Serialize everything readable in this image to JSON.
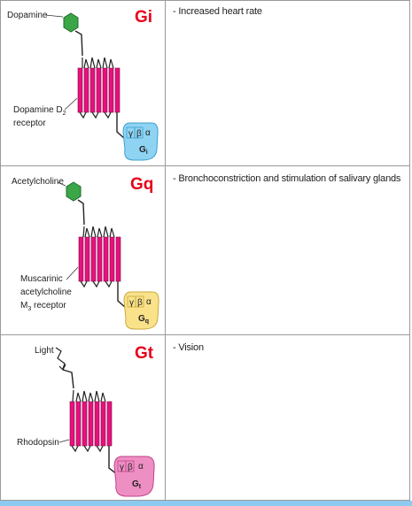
{
  "rows": [
    {
      "gprotein_label": "Gi",
      "ligand_label": "Dopamine",
      "receptor_label_line1": "Dopamine D",
      "receptor_label_sub": "2",
      "receptor_label_line2": "receptor",
      "receptor_label_line3": "",
      "effect": "- Increased heart rate",
      "subunit_gamma": "γ",
      "subunit_beta": "β",
      "subunit_alpha": "α",
      "subunit_g": "G",
      "subunit_g_sub": "i",
      "gprotein_color": "#8fd3f2",
      "gprotein_stroke": "#3b9fd0"
    },
    {
      "gprotein_label": "Gq",
      "ligand_label": "Acetylcholine",
      "receptor_label_line1": "Muscarinic",
      "receptor_label_sub": "",
      "receptor_label_line2": "acetylcholine",
      "receptor_label_line3": "M",
      "receptor_label_line3_sub": "3",
      "receptor_label_line3_rest": " receptor",
      "effect": "- Bronchoconstriction and stimulation of salivary glands",
      "subunit_gamma": "γ",
      "subunit_beta": "β",
      "subunit_alpha": "α",
      "subunit_g": "G",
      "subunit_g_sub": "q",
      "gprotein_color": "#f9e28a",
      "gprotein_stroke": "#c9a93a"
    },
    {
      "gprotein_label": "Gt",
      "ligand_label": "Light",
      "receptor_label_line1": "Rhodopsin",
      "receptor_label_sub": "",
      "receptor_label_line2": "",
      "receptor_label_line3": "",
      "effect": "- Vision",
      "subunit_gamma": "γ",
      "subunit_beta": "β",
      "subunit_alpha": "α",
      "subunit_g": "G",
      "subunit_g_sub": "t",
      "gprotein_color": "#ee8fc4",
      "gprotein_stroke": "#c2418a"
    }
  ],
  "colors": {
    "helix": "#e8107e",
    "ligand": "#3aa648",
    "label_red": "#e8001a",
    "bottom_bar": "#8ec9f0"
  },
  "icons": {
    "ligand_row1": "hexagon",
    "ligand_row2": "hexagon",
    "ligand_row3": "lightning-bolt"
  }
}
